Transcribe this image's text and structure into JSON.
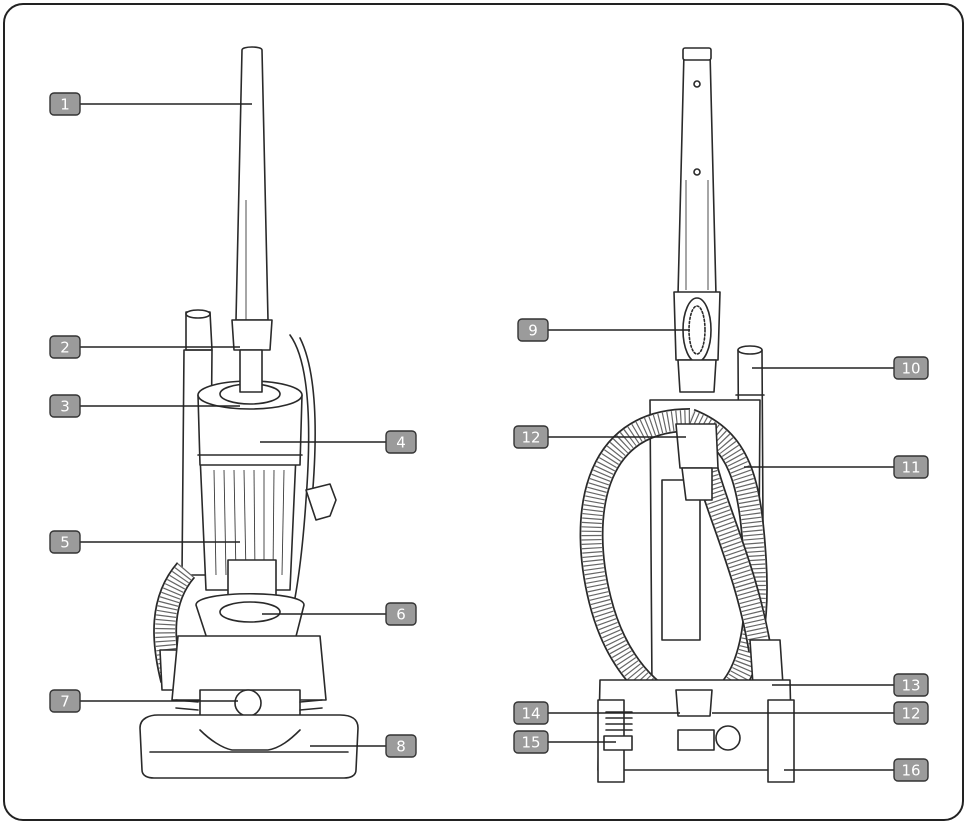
{
  "labels": [
    {
      "id": "1",
      "text": "1"
    },
    {
      "id": "2",
      "text": "2"
    },
    {
      "id": "3",
      "text": "3"
    },
    {
      "id": "4",
      "text": "4"
    },
    {
      "id": "5",
      "text": "5"
    },
    {
      "id": "6",
      "text": "6"
    },
    {
      "id": "7",
      "text": "7"
    },
    {
      "id": "8",
      "text": "8"
    },
    {
      "id": "9",
      "text": "9"
    },
    {
      "id": "10",
      "text": "10"
    },
    {
      "id": "11",
      "text": "11"
    },
    {
      "id": "12a",
      "text": "12"
    },
    {
      "id": "12b",
      "text": "12"
    },
    {
      "id": "13",
      "text": "13"
    },
    {
      "id": "14",
      "text": "14"
    },
    {
      "id": "15",
      "text": "15"
    },
    {
      "id": "16",
      "text": "16"
    }
  ],
  "colors": {
    "badge_fill": "#9b9b9b",
    "line": "#2a2a2a",
    "frame": "#222222"
  },
  "views": [
    "front-view",
    "back-view"
  ]
}
